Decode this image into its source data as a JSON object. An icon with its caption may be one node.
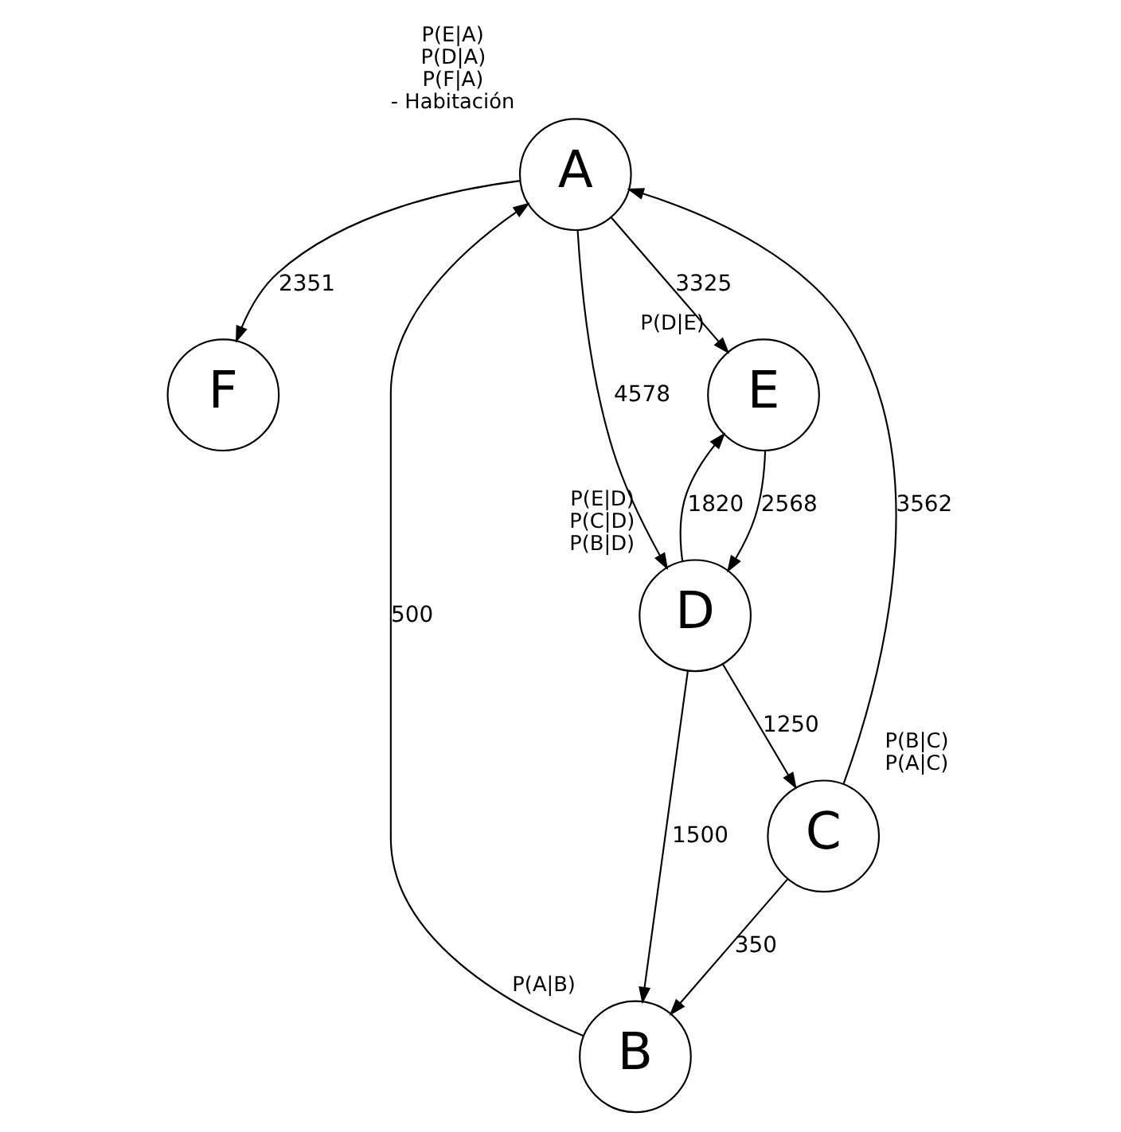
{
  "diagram": {
    "nodes": [
      {
        "text": [
          "F"
        ]
      },
      {
        "text": [
          "A"
        ],
        "beside": [
          "P(E|A)",
          "P(D|A)",
          "P(F|A)",
          "- Habitación"
        ]
      },
      {
        "text": [
          "B"
        ],
        "beside": [
          "P(A|B)"
        ]
      },
      {
        "text": [
          "E"
        ],
        "beside": [
          "P(D|E)"
        ]
      },
      {
        "text": [
          "D"
        ],
        "beside": [
          "P(E|D)",
          "P(C|D)",
          "P(B|D)"
        ]
      },
      {
        "text": [
          "C"
        ],
        "beside": [
          "P(B|C)",
          "P(A|C)"
        ]
      }
    ],
    "edges": [
      {
        "from": 1,
        "to": 0,
        "arrow": "to",
        "label": "2351"
      },
      {
        "from": 1,
        "to": 3,
        "arrow": "to",
        "label": "3325"
      },
      {
        "from": 1,
        "to": 4,
        "arrow": "to",
        "label": "4578"
      },
      {
        "from": 5,
        "to": 1,
        "arrow": "to",
        "label": "3562"
      },
      {
        "from": 2,
        "to": 1,
        "arrow": "to",
        "label": "500"
      },
      {
        "from": 4,
        "to": 2,
        "arrow": "to",
        "label": "1500"
      },
      {
        "from": 4,
        "to": 3,
        "arrow": "to",
        "label": "1820"
      },
      {
        "from": 3,
        "to": 4,
        "arrow": "to",
        "label": "2568"
      },
      {
        "from": 4,
        "to": 5,
        "arrow": "to",
        "label": "1250"
      },
      {
        "from": 5,
        "to": 2,
        "arrow": "to",
        "label": "350"
      }
    ]
  }
}
